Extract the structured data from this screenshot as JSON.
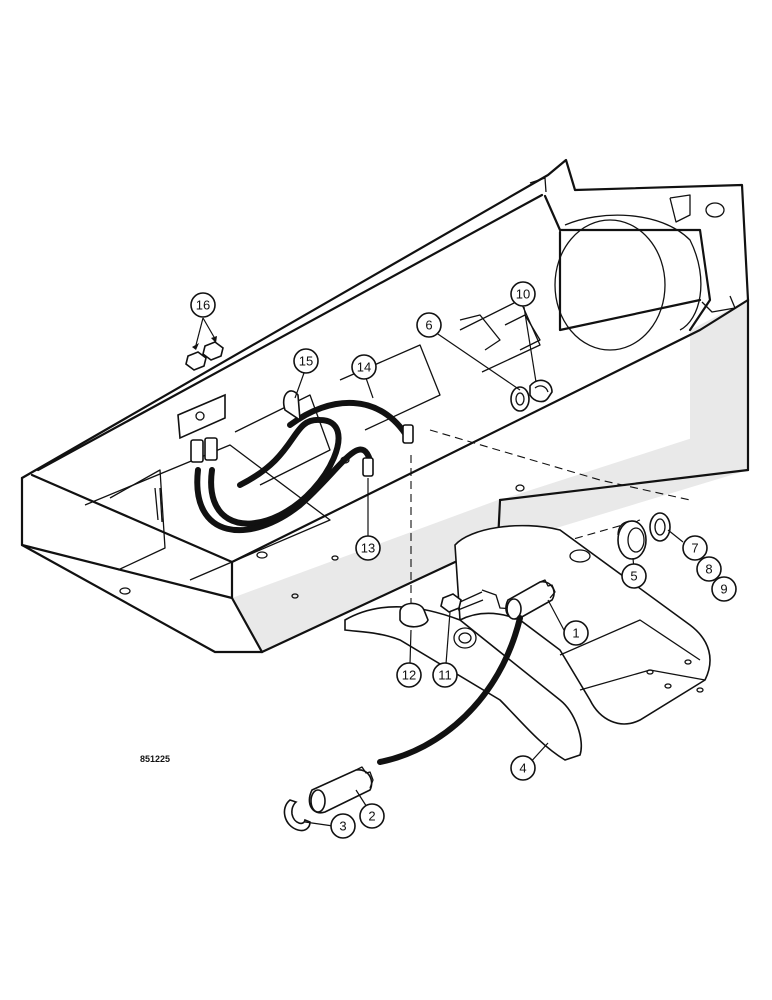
{
  "figure": {
    "reference_number": "851225"
  },
  "callouts": [
    {
      "label": "1"
    },
    {
      "label": "2"
    },
    {
      "label": "3"
    },
    {
      "label": "4"
    },
    {
      "label": "5"
    },
    {
      "label": "6"
    },
    {
      "label": "7"
    },
    {
      "label": "8"
    },
    {
      "label": "9"
    },
    {
      "label": "10"
    },
    {
      "label": "11"
    },
    {
      "label": "12"
    },
    {
      "label": "13"
    },
    {
      "label": "14"
    },
    {
      "label": "15"
    },
    {
      "label": "16"
    }
  ]
}
